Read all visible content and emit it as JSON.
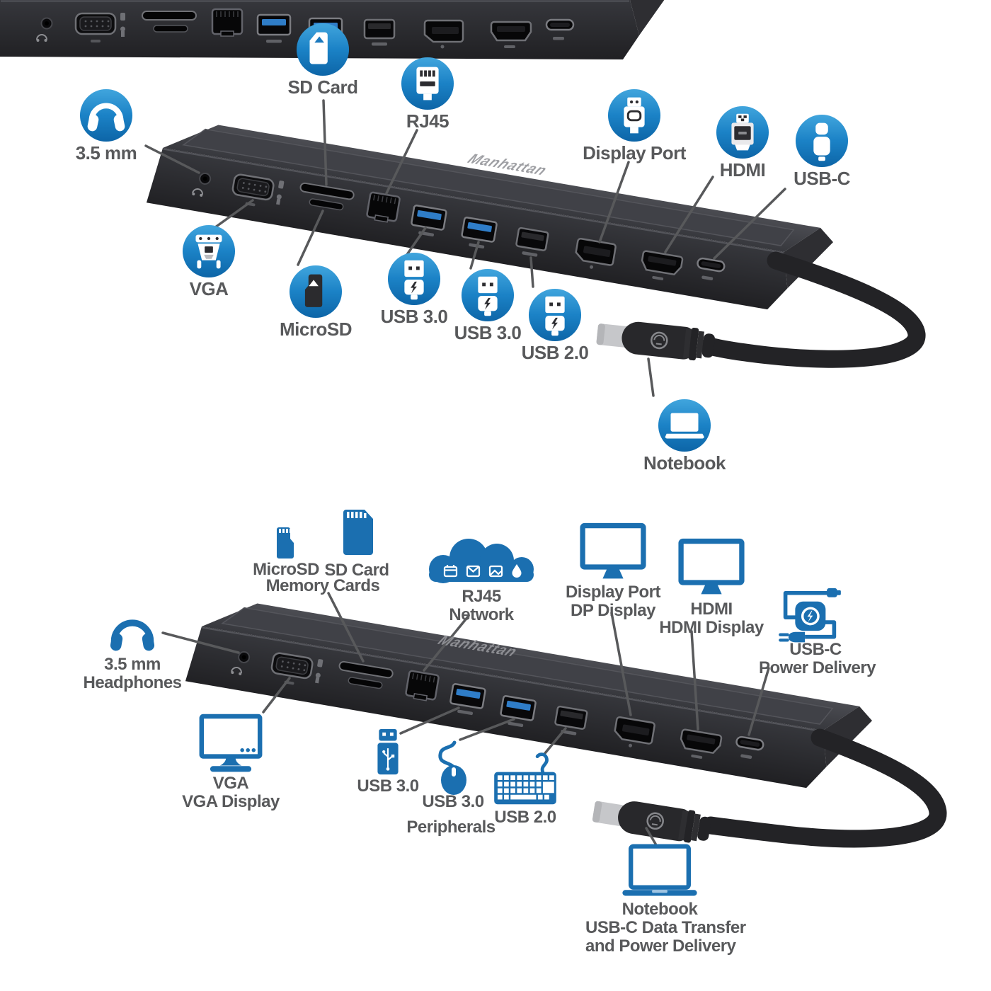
{
  "brand": "Manhattan",
  "colors": {
    "icon_circle_blue_top": "#41A5DD",
    "icon_circle_blue_bottom": "#0D65A7",
    "solid_icon_blue": "#1B6FB0",
    "label_text": "#58595B",
    "leader_line": "#58595B",
    "dock_top_face": "#45464B",
    "dock_front_face": "#28282B",
    "usb3_port_blue": "#2F7DC8",
    "background": "#FFFFFF"
  },
  "top_view": {
    "callouts": [
      {
        "id": "audio-jack",
        "icon": "headphones-icon",
        "label": "3.5 mm"
      },
      {
        "id": "sd-card",
        "icon": "sd-card-icon",
        "label": "SD Card"
      },
      {
        "id": "rj45",
        "icon": "rj45-plug-icon",
        "label": "RJ45"
      },
      {
        "id": "display-port",
        "icon": "displayport-plug-icon",
        "label": "Display Port"
      },
      {
        "id": "hdmi",
        "icon": "hdmi-plug-icon",
        "label": "HDMI"
      },
      {
        "id": "usb-c",
        "icon": "usb-c-plug-icon",
        "label": "USB-C"
      },
      {
        "id": "vga",
        "icon": "vga-plug-icon",
        "label": "VGA"
      },
      {
        "id": "microsd",
        "icon": "microsd-card-icon",
        "label": "MicroSD"
      },
      {
        "id": "usb30-1",
        "icon": "usb-a-plug-icon",
        "label": "USB 3.0"
      },
      {
        "id": "usb30-2",
        "icon": "usb-a-plug-icon",
        "label": "USB 3.0"
      },
      {
        "id": "usb20",
        "icon": "usb-a-plug-icon",
        "label": "USB 2.0"
      },
      {
        "id": "notebook",
        "icon": "laptop-icon",
        "label": "Notebook"
      }
    ]
  },
  "bottom_view": {
    "callouts": [
      {
        "id": "microsd",
        "icon": "microsd-card-icon",
        "label": "MicroSD"
      },
      {
        "id": "sd-card",
        "icon": "sd-card-icon",
        "label": "SD Card"
      },
      {
        "id": "memory-cards",
        "label": "Memory Cards"
      },
      {
        "id": "network",
        "icon": "cloud-icon",
        "line1": "RJ45",
        "line2": "Network"
      },
      {
        "id": "dp-display",
        "icon": "monitor-icon",
        "line1": "Display Port",
        "line2": "DP Display"
      },
      {
        "id": "hdmi-display",
        "icon": "monitor-icon",
        "line1": "HDMI",
        "line2": "HDMI Display"
      },
      {
        "id": "power-delivery",
        "icon": "power-adapter-icon",
        "line1": "USB-C",
        "line2": "Power Delivery"
      },
      {
        "id": "headphones",
        "icon": "headphones-icon",
        "line1": "3.5 mm",
        "line2": "Headphones"
      },
      {
        "id": "vga-display",
        "icon": "monitor-icon",
        "line1": "VGA",
        "line2": "VGA Display"
      },
      {
        "id": "usb30-flash",
        "icon": "flash-drive-icon",
        "label": "USB 3.0"
      },
      {
        "id": "usb30-mouse",
        "icon": "mouse-icon",
        "label": "USB 3.0"
      },
      {
        "id": "usb20-keyboard",
        "icon": "keyboard-icon",
        "label": "USB 2.0"
      },
      {
        "id": "peripherals",
        "label": "Peripherals"
      },
      {
        "id": "notebook",
        "icon": "laptop-icon",
        "line1": "Notebook",
        "line2": "USB-C Data Transfer",
        "line3": "and Power Delivery"
      }
    ]
  }
}
